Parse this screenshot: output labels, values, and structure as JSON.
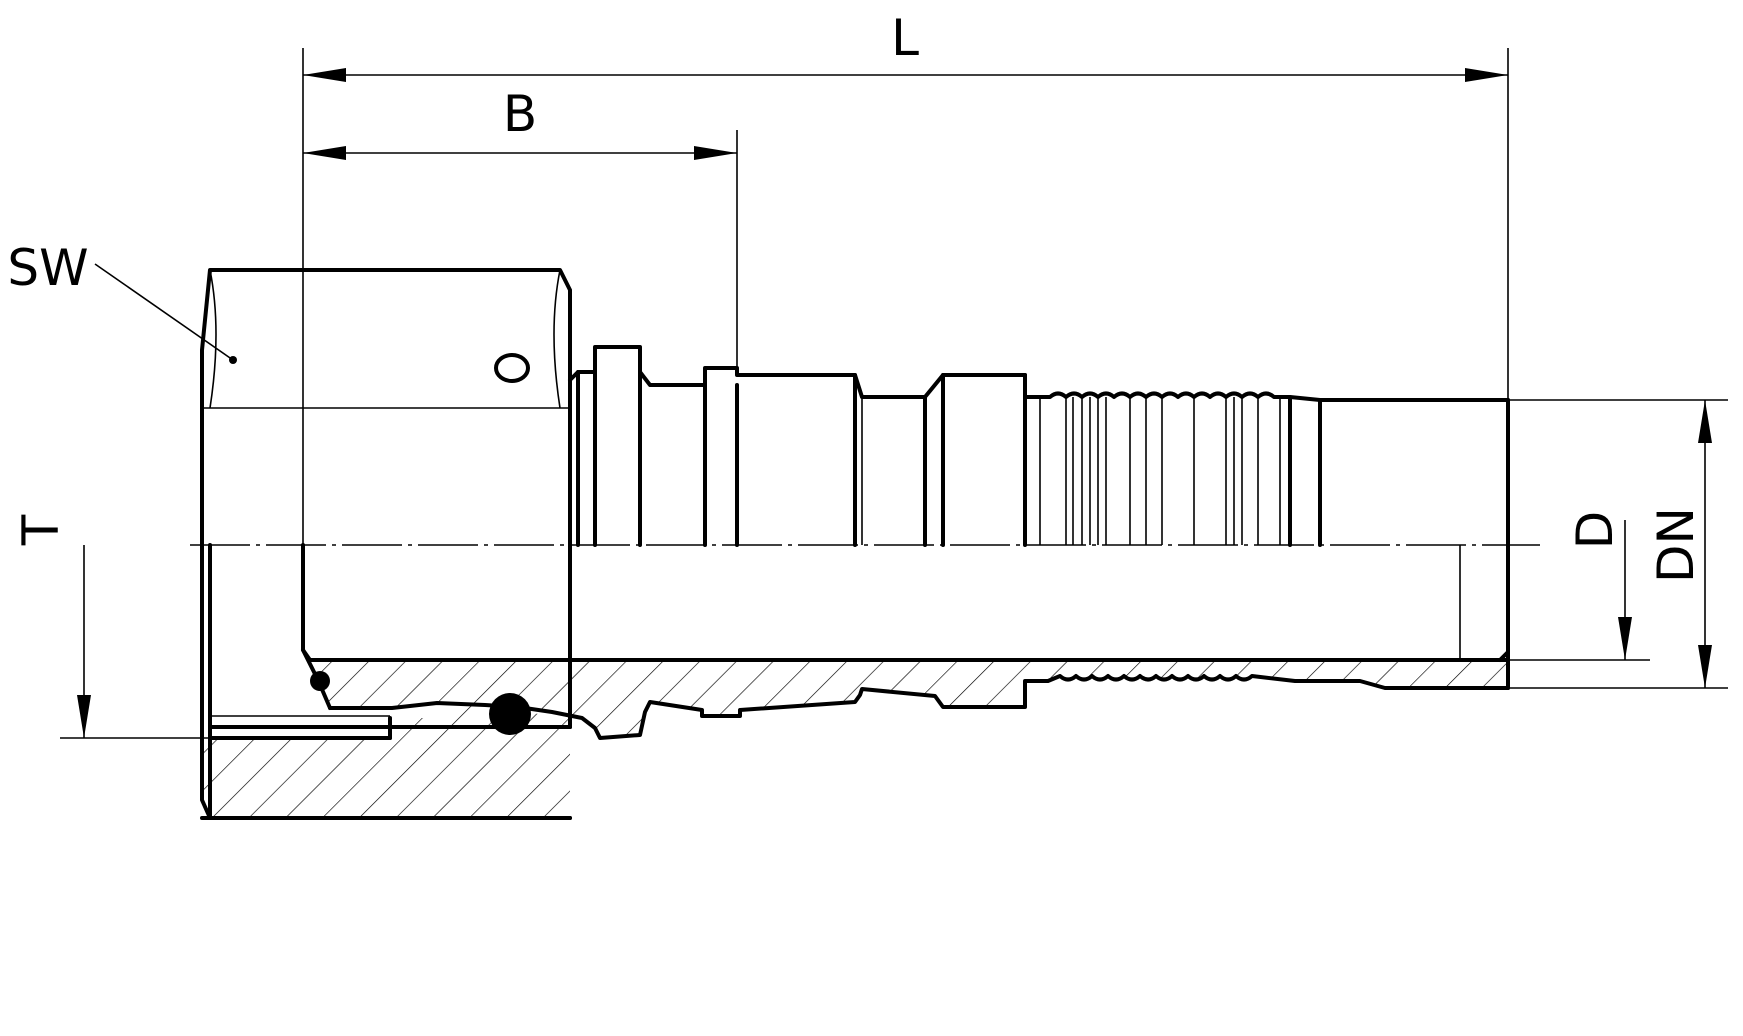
{
  "labels": {
    "L": "L",
    "B": "B",
    "SW": "SW",
    "T": "T",
    "D": "D",
    "DN": "DN",
    "O": "O"
  }
}
